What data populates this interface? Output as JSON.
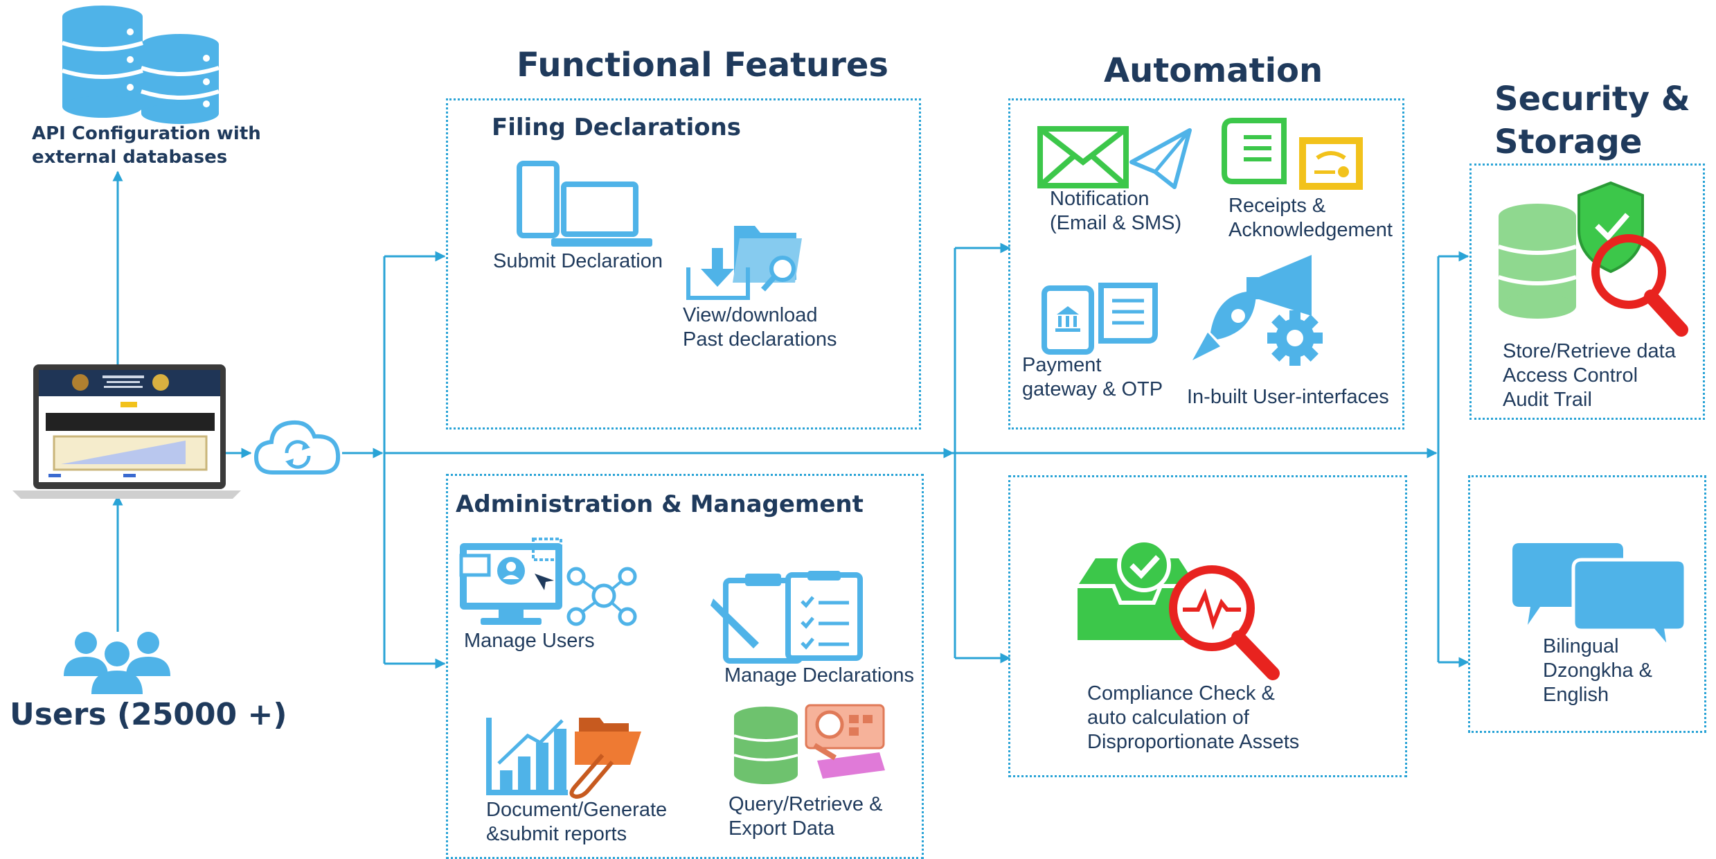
{
  "top_left": {
    "api_label_line1": "API Configuration with",
    "api_label_line2": "external databases"
  },
  "users": {
    "label": "Users (25000 +)"
  },
  "sections": {
    "functional": {
      "title": "Functional Features"
    },
    "automation": {
      "title": "Automation"
    },
    "security": {
      "title_line1": "Security &",
      "title_line2": "Storage"
    }
  },
  "filing": {
    "title": "Filing Declarations",
    "submit": "Submit Declaration",
    "view_line1": "View/download",
    "view_line2": "Past declarations"
  },
  "admin": {
    "title": "Administration & Management",
    "manage_users": "Manage Users",
    "manage_declarations": "Manage Declarations",
    "document_line1": "Document/Generate",
    "document_line2": "&submit reports",
    "query_line1": "Query/Retrieve &",
    "query_line2": "Export Data"
  },
  "automation": {
    "notification_line1": "Notification",
    "notification_line2": "(Email & SMS)",
    "receipts_line1": "Receipts &",
    "receipts_line2": "Acknowledgement",
    "payment_line1": "Payment",
    "payment_line2": "gateway & OTP",
    "inbuilt": "In-built User-interfaces",
    "compliance_line1": "Compliance Check &",
    "compliance_line2": "auto calculation of",
    "compliance_line3": "Disproportionate Assets"
  },
  "security": {
    "store_line1": "Store/Retrieve data",
    "store_line2": "Access Control",
    "store_line3": "Audit Trail",
    "bilingual_line1": "Bilingual",
    "bilingual_line2": "Dzongkha &",
    "bilingual_line3": "English"
  },
  "colors": {
    "accent_blue": "#29a3d6",
    "icon_blue": "#4fb3e8",
    "heading_navy": "#1f3a5c",
    "green": "#3cc74a",
    "red": "#e8231f",
    "orange": "#ee7a33",
    "yellow": "#f2c21b"
  },
  "icons": [
    "database-icon",
    "laptop-icon",
    "cloud-sync-icon",
    "users-group-icon",
    "devices-icon",
    "download-folder-icon",
    "user-network-icon",
    "clipboard-checklist-icon",
    "bar-chart-folder-icon",
    "database-query-icon",
    "envelope-plane-icon",
    "receipt-certificate-icon",
    "payment-phone-icon",
    "rocket-megaphone-gear-icon",
    "inbox-check-magnifier-icon",
    "database-shield-magnifier-icon",
    "chat-bubbles-icon"
  ]
}
